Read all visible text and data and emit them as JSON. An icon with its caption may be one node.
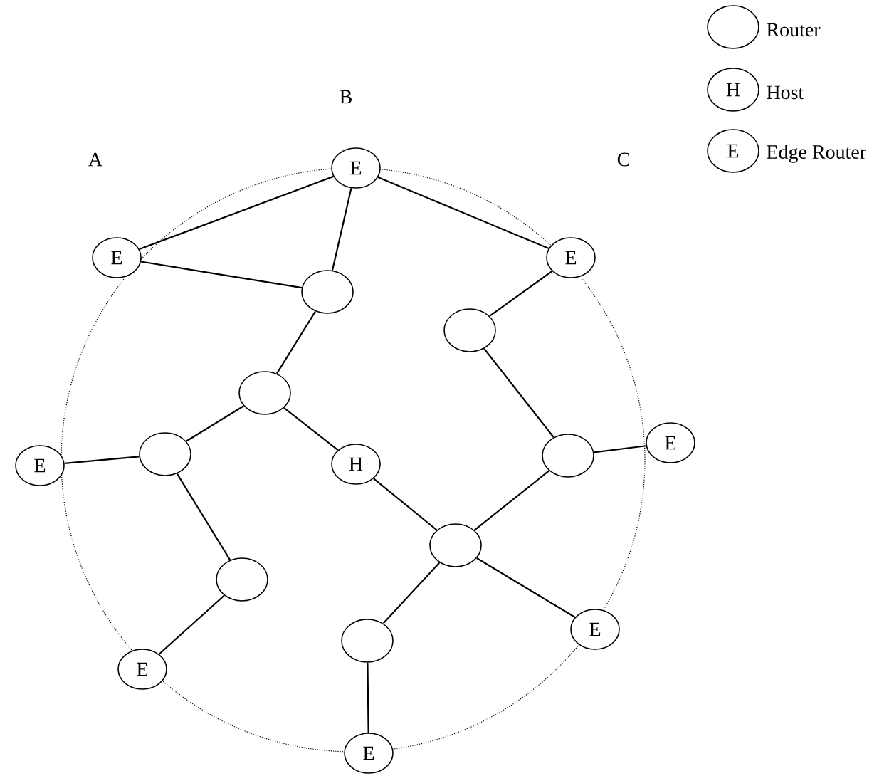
{
  "diagram": {
    "nodes": [
      {
        "text": [
          "E"
        ]
      },
      {
        "text": [
          "E"
        ]
      },
      {
        "text": [
          "E"
        ]
      },
      {
        "text": [],
        "shape": "ellipse"
      },
      {
        "text": [],
        "shape": "ellipse"
      },
      {
        "text": [],
        "shape": "ellipse"
      },
      {
        "text": [
          "E"
        ]
      },
      {
        "text": [],
        "shape": "ellipse"
      },
      {
        "text": [],
        "shape": "ellipse"
      },
      {
        "text": [
          "H"
        ]
      },
      {
        "text": [
          "E"
        ]
      },
      {
        "text": [],
        "shape": "ellipse"
      },
      {
        "text": [],
        "shape": "ellipse"
      },
      {
        "text": [
          "E"
        ]
      },
      {
        "text": [],
        "shape": "ellipse"
      },
      {
        "text": [
          "E"
        ]
      },
      {
        "text": [
          "E"
        ]
      }
    ],
    "edges": [
      {
        "from": 0,
        "to": 1,
        "arrow": "none"
      },
      {
        "from": 1,
        "to": 3,
        "arrow": "none"
      },
      {
        "from": 0,
        "to": 3,
        "arrow": "none"
      },
      {
        "from": 0,
        "to": 2,
        "arrow": "none"
      },
      {
        "from": 2,
        "to": 4,
        "arrow": "none"
      },
      {
        "from": 3,
        "to": 5,
        "arrow": "none"
      },
      {
        "from": 5,
        "to": 8,
        "arrow": "none"
      },
      {
        "from": 5,
        "to": 9,
        "arrow": "none"
      },
      {
        "from": 8,
        "to": 10,
        "arrow": "none"
      },
      {
        "from": 8,
        "to": 12,
        "arrow": "none"
      },
      {
        "from": 12,
        "to": 15,
        "arrow": "none"
      },
      {
        "from": 9,
        "to": 11,
        "arrow": "none"
      },
      {
        "from": 4,
        "to": 7,
        "arrow": "none"
      },
      {
        "from": 7,
        "to": 6,
        "arrow": "none"
      },
      {
        "from": 7,
        "to": 11,
        "arrow": "none"
      },
      {
        "from": 11,
        "to": 14,
        "arrow": "none"
      },
      {
        "from": 11,
        "to": 13,
        "arrow": "none"
      },
      {
        "from": 14,
        "to": 16,
        "arrow": "none"
      }
    ],
    "labels": [
      "H",
      "B",
      "E",
      "A",
      "C"
    ],
    "legend": [
      {
        "text": "Router"
      },
      {
        "text": "Host"
      },
      {
        "text": "Edge Router"
      }
    ]
  }
}
